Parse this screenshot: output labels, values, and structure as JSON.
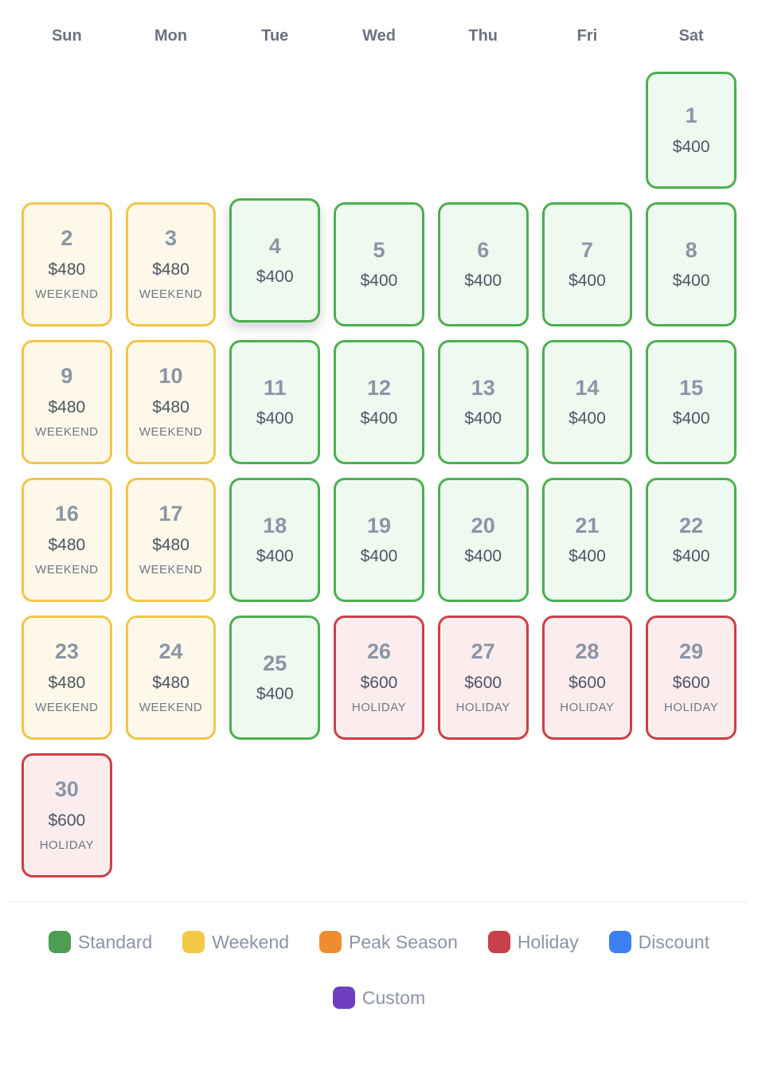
{
  "weekday_headers": [
    "Sun",
    "Mon",
    "Tue",
    "Wed",
    "Thu",
    "Fri",
    "Sat"
  ],
  "days": [
    {
      "day": "1",
      "price": "$400",
      "label": "",
      "type": "standard",
      "col": 7,
      "row": 1,
      "selected": false
    },
    {
      "day": "2",
      "price": "$480",
      "label": "WEEKEND",
      "type": "weekend",
      "col": 1,
      "row": 2,
      "selected": false
    },
    {
      "day": "3",
      "price": "$480",
      "label": "WEEKEND",
      "type": "weekend",
      "col": 2,
      "row": 2,
      "selected": false
    },
    {
      "day": "4",
      "price": "$400",
      "label": "",
      "type": "standard",
      "col": 3,
      "row": 2,
      "selected": true
    },
    {
      "day": "5",
      "price": "$400",
      "label": "",
      "type": "standard",
      "col": 4,
      "row": 2,
      "selected": false
    },
    {
      "day": "6",
      "price": "$400",
      "label": "",
      "type": "standard",
      "col": 5,
      "row": 2,
      "selected": false
    },
    {
      "day": "7",
      "price": "$400",
      "label": "",
      "type": "standard",
      "col": 6,
      "row": 2,
      "selected": false
    },
    {
      "day": "8",
      "price": "$400",
      "label": "",
      "type": "standard",
      "col": 7,
      "row": 2,
      "selected": false
    },
    {
      "day": "9",
      "price": "$480",
      "label": "WEEKEND",
      "type": "weekend",
      "col": 1,
      "row": 3,
      "selected": false
    },
    {
      "day": "10",
      "price": "$480",
      "label": "WEEKEND",
      "type": "weekend",
      "col": 2,
      "row": 3,
      "selected": false
    },
    {
      "day": "11",
      "price": "$400",
      "label": "",
      "type": "standard",
      "col": 3,
      "row": 3,
      "selected": false
    },
    {
      "day": "12",
      "price": "$400",
      "label": "",
      "type": "standard",
      "col": 4,
      "row": 3,
      "selected": false
    },
    {
      "day": "13",
      "price": "$400",
      "label": "",
      "type": "standard",
      "col": 5,
      "row": 3,
      "selected": false
    },
    {
      "day": "14",
      "price": "$400",
      "label": "",
      "type": "standard",
      "col": 6,
      "row": 3,
      "selected": false
    },
    {
      "day": "15",
      "price": "$400",
      "label": "",
      "type": "standard",
      "col": 7,
      "row": 3,
      "selected": false
    },
    {
      "day": "16",
      "price": "$480",
      "label": "WEEKEND",
      "type": "weekend",
      "col": 1,
      "row": 4,
      "selected": false
    },
    {
      "day": "17",
      "price": "$480",
      "label": "WEEKEND",
      "type": "weekend",
      "col": 2,
      "row": 4,
      "selected": false
    },
    {
      "day": "18",
      "price": "$400",
      "label": "",
      "type": "standard",
      "col": 3,
      "row": 4,
      "selected": false
    },
    {
      "day": "19",
      "price": "$400",
      "label": "",
      "type": "standard",
      "col": 4,
      "row": 4,
      "selected": false
    },
    {
      "day": "20",
      "price": "$400",
      "label": "",
      "type": "standard",
      "col": 5,
      "row": 4,
      "selected": false
    },
    {
      "day": "21",
      "price": "$400",
      "label": "",
      "type": "standard",
      "col": 6,
      "row": 4,
      "selected": false
    },
    {
      "day": "22",
      "price": "$400",
      "label": "",
      "type": "standard",
      "col": 7,
      "row": 4,
      "selected": false
    },
    {
      "day": "23",
      "price": "$480",
      "label": "WEEKEND",
      "type": "weekend",
      "col": 1,
      "row": 5,
      "selected": false
    },
    {
      "day": "24",
      "price": "$480",
      "label": "WEEKEND",
      "type": "weekend",
      "col": 2,
      "row": 5,
      "selected": false
    },
    {
      "day": "25",
      "price": "$400",
      "label": "",
      "type": "standard",
      "col": 3,
      "row": 5,
      "selected": false
    },
    {
      "day": "26",
      "price": "$600",
      "label": "HOLIDAY",
      "type": "holiday",
      "col": 4,
      "row": 5,
      "selected": false
    },
    {
      "day": "27",
      "price": "$600",
      "label": "HOLIDAY",
      "type": "holiday",
      "col": 5,
      "row": 5,
      "selected": false
    },
    {
      "day": "28",
      "price": "$600",
      "label": "HOLIDAY",
      "type": "holiday",
      "col": 6,
      "row": 5,
      "selected": false
    },
    {
      "day": "29",
      "price": "$600",
      "label": "HOLIDAY",
      "type": "holiday",
      "col": 7,
      "row": 5,
      "selected": false
    },
    {
      "day": "30",
      "price": "$600",
      "label": "HOLIDAY",
      "type": "holiday",
      "col": 1,
      "row": 6,
      "selected": false
    }
  ],
  "cell_colors": {
    "standard": {
      "border": "#4caf50",
      "background": "#eefaf0"
    },
    "weekend": {
      "border": "#f0c64a",
      "background": "#fdf8e9"
    },
    "holiday": {
      "border": "#cc3f47",
      "background": "#fbeded"
    }
  },
  "legend": {
    "rows": [
      [
        {
          "label": "Standard",
          "color": "#4d9e53"
        },
        {
          "label": "Weekend",
          "color": "#f2c844"
        },
        {
          "label": "Peak Season",
          "color": "#ef8d2e"
        },
        {
          "label": "Holiday",
          "color": "#c9404a"
        },
        {
          "label": "Discount",
          "color": "#3b7ff2"
        }
      ],
      [
        {
          "label": "Custom",
          "color": "#6d3fc0"
        }
      ]
    ]
  }
}
